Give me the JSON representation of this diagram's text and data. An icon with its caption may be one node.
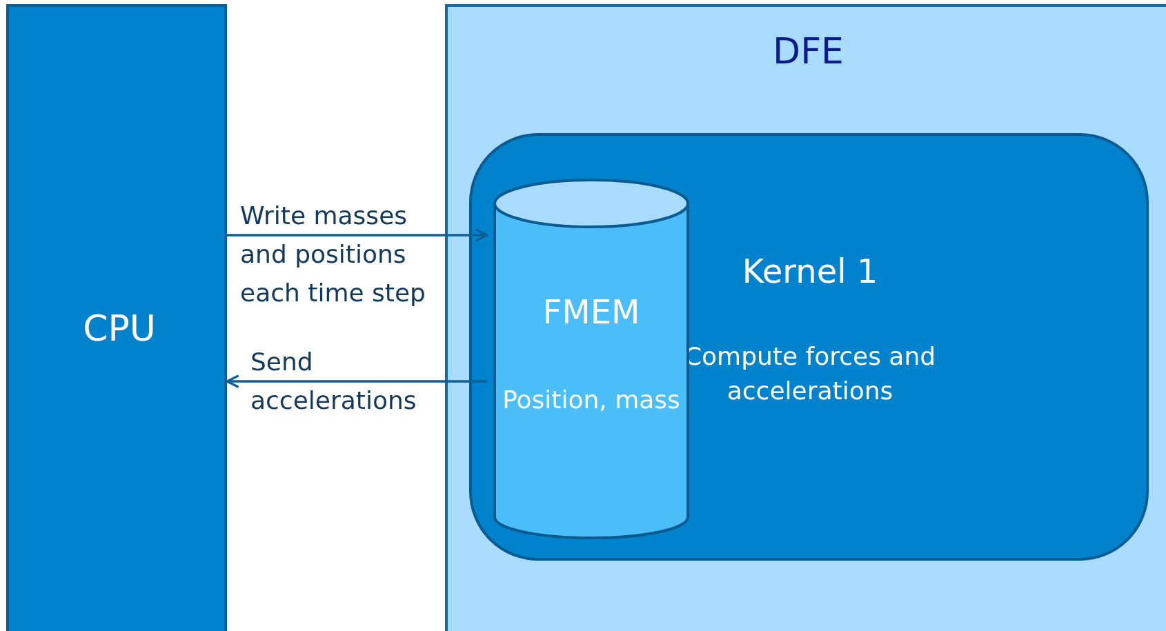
{
  "diagram": {
    "nodes": [
      {
        "text": [
          "CPU"
        ]
      },
      {
        "text": [
          "DFE"
        ]
      },
      {
        "text": [
          "Kernel 1",
          "Compute forces and accelerations"
        ],
        "in": 1
      },
      {
        "text": [
          "FMEM",
          "Position, mass"
        ],
        "in": 2
      }
    ],
    "edges": [
      {
        "from": 0,
        "to": 3,
        "arrow": "to",
        "label": "Write masses and positions each time step"
      },
      {
        "from": 3,
        "to": 0,
        "arrow": "to",
        "label": "Send accelerations"
      }
    ]
  }
}
